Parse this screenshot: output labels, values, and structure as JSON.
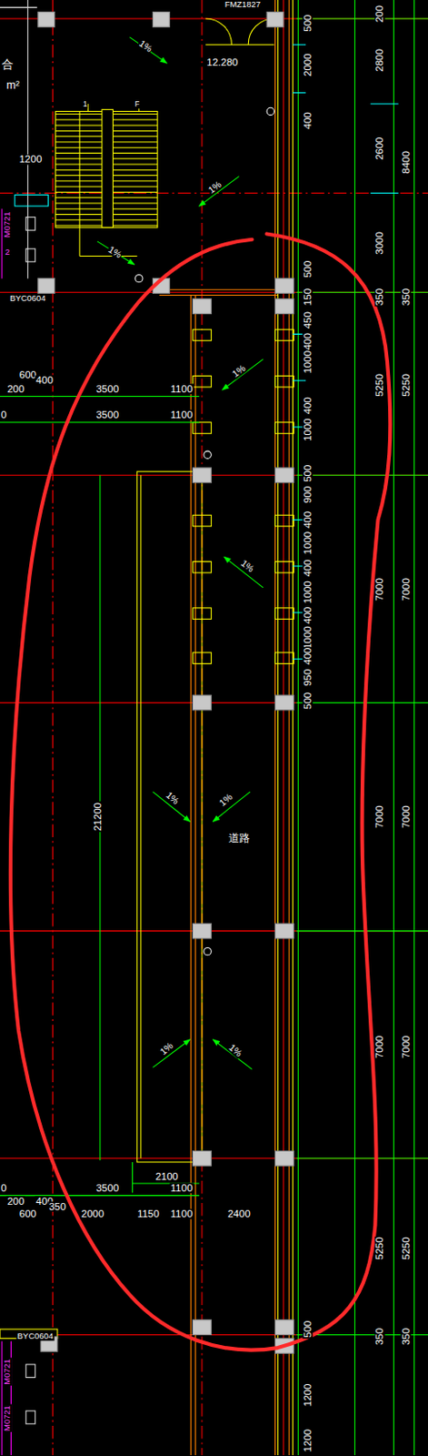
{
  "diagram": {
    "labels": [
      "FMZ1827",
      "12.280",
      "1%",
      "1%",
      "1%",
      "1%",
      "1%",
      "1%",
      "1%",
      "1%",
      "1%",
      "合",
      "m²",
      "1200",
      "1",
      "F",
      "M0721",
      "2",
      "BYC0604",
      "600",
      "400",
      "200",
      "3500",
      "1100",
      "0",
      "3500",
      "1100",
      "21200",
      "道路",
      "2100",
      "3500",
      "1100",
      "0",
      "200",
      "400",
      "600",
      "350",
      "2000",
      "1150",
      "1100",
      "2400",
      "BYC0604",
      "M0721",
      "M0721",
      "500",
      "2000",
      "400",
      "500",
      "150",
      "450",
      "400",
      "1000",
      "400",
      "1000",
      "500",
      "900",
      "400",
      "1000",
      "400",
      "1000",
      "400",
      "1000",
      "400",
      "950",
      "500",
      "500",
      "1200",
      "1200",
      "200",
      "2800",
      "2600",
      "3000",
      "350",
      "5250",
      "7000",
      "7000",
      "7000",
      "5250",
      "350",
      "8400",
      "350",
      "5250",
      "7000",
      "7000",
      "7000",
      "5250",
      "350"
    ]
  }
}
